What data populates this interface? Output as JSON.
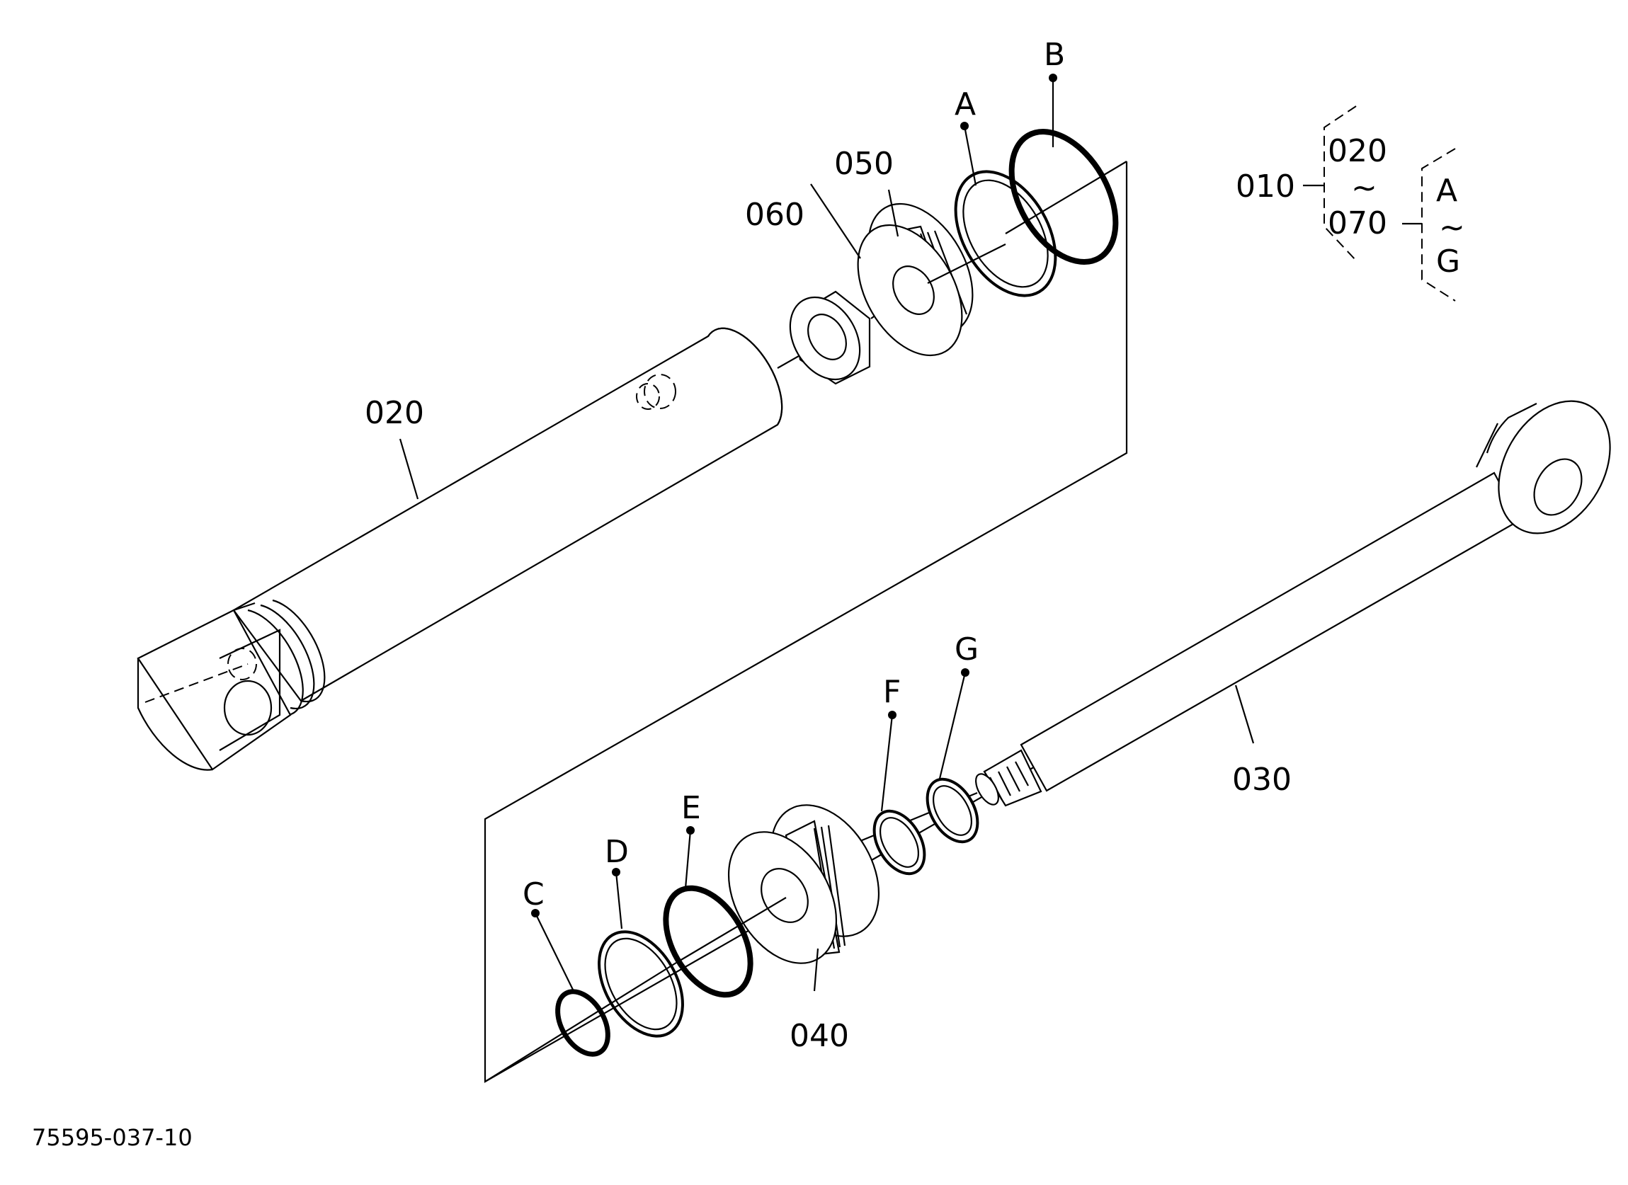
{
  "labels": {
    "p010": "010",
    "p020": "020",
    "p030": "030",
    "p040": "040",
    "p050": "050",
    "p060": "060",
    "ref_a": "A",
    "ref_b": "B",
    "ref_c": "C",
    "ref_d": "D",
    "ref_e": "E",
    "ref_f": "F",
    "ref_g": "G"
  },
  "legend": {
    "assembly": "010",
    "range_start": "020",
    "range_end": "070",
    "tilde": "~",
    "kit_start": "A",
    "kit_end": "G"
  },
  "drawing_number": "75595-037-10"
}
